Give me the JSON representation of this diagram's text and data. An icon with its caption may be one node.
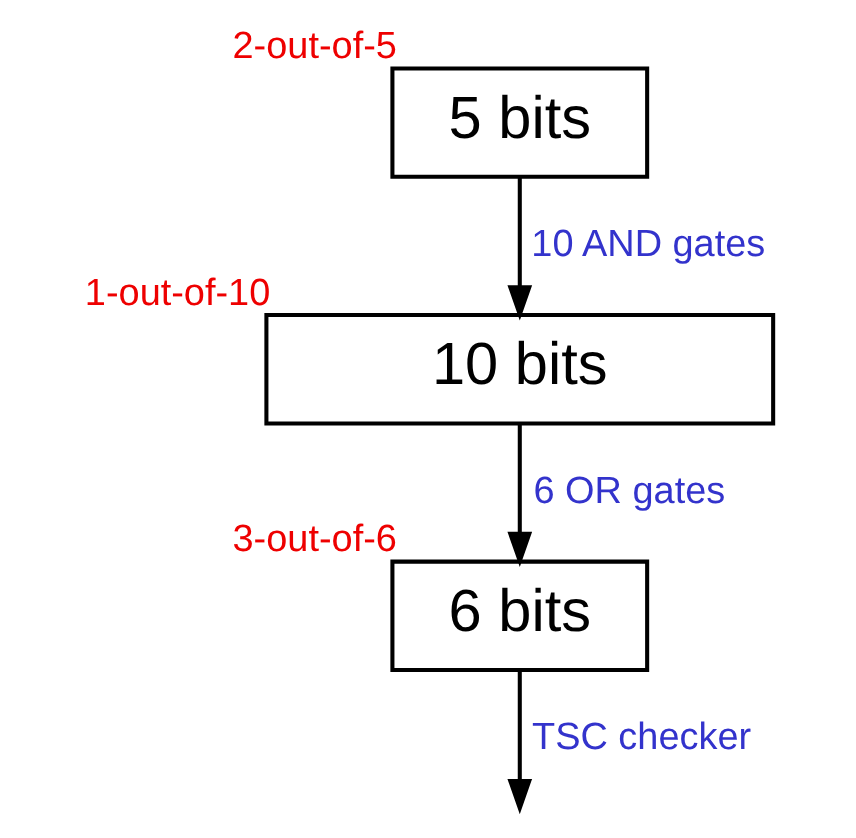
{
  "diagram": {
    "nodes": [
      {
        "text": [
          "5 bits"
        ],
        "beside": [
          "2-out-of-5"
        ]
      },
      {
        "text": [
          "10 bits"
        ],
        "beside": [
          "1-out-of-10"
        ]
      },
      {
        "text": [
          "6 bits"
        ],
        "beside": [
          "3-out-of-6"
        ]
      }
    ],
    "edges": [
      {
        "from": 0,
        "to": 1,
        "arrow": "to",
        "label": "10 AND gates"
      },
      {
        "from": 1,
        "to": 2,
        "arrow": "to",
        "label": "6 OR gates"
      },
      {
        "from": 2,
        "to": null,
        "arrow": "to",
        "label": "TSC checker"
      }
    ]
  }
}
